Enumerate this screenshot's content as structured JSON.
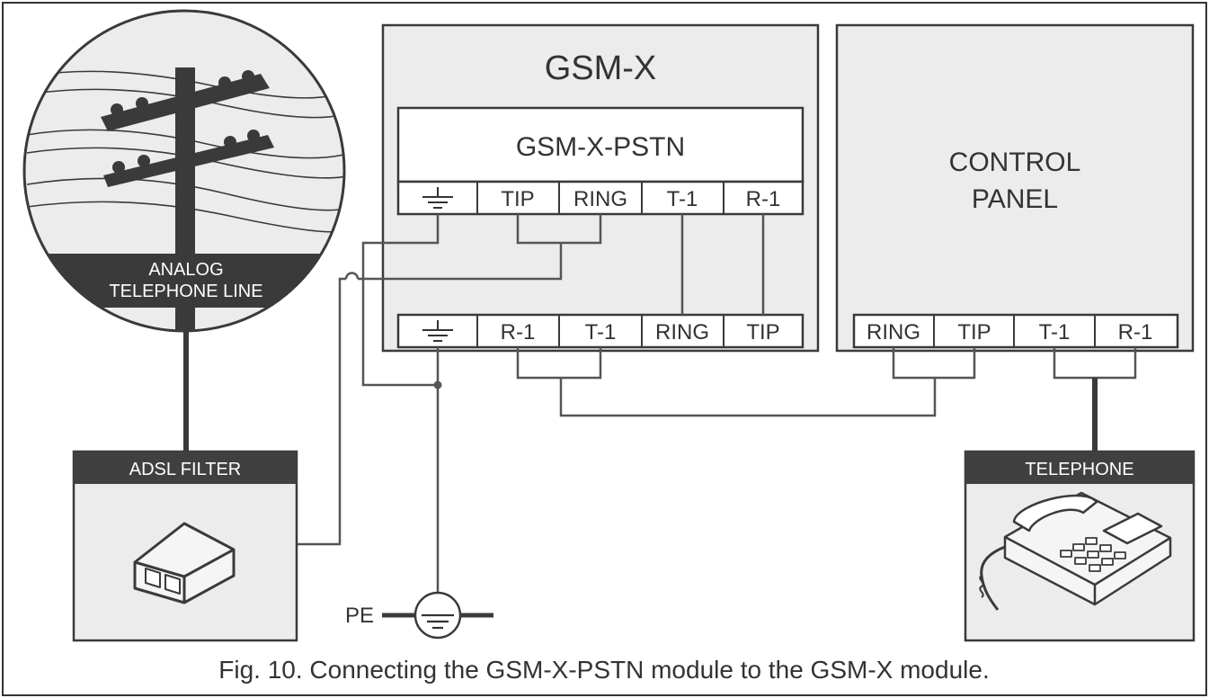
{
  "gsm_module": {
    "title": "GSM-X",
    "pstn_module": {
      "title": "GSM-X-PSTN",
      "terminals": [
        "TIP",
        "RING",
        "T-1",
        "R-1"
      ]
    },
    "bottom_terminals": [
      "R-1",
      "T-1",
      "RING",
      "TIP"
    ]
  },
  "control_panel": {
    "title_line1": "CONTROL",
    "title_line2": "PANEL",
    "terminals": [
      "RING",
      "TIP",
      "T-1",
      "R-1"
    ]
  },
  "telephone_line": {
    "label_line1": "ANALOG",
    "label_line2": "TELEPHONE LINE"
  },
  "adsl_filter": {
    "label": "ADSL FILTER"
  },
  "telephone": {
    "label": "TELEPHONE"
  },
  "earth": {
    "label": "PE"
  },
  "caption": "Fig. 10. Connecting the GSM-X-PSTN module to the GSM-X module.",
  "colors": {
    "module_fill": "#ececec",
    "border": "#3a3a3a",
    "header_dark": "#404040",
    "wire": "#555555"
  }
}
